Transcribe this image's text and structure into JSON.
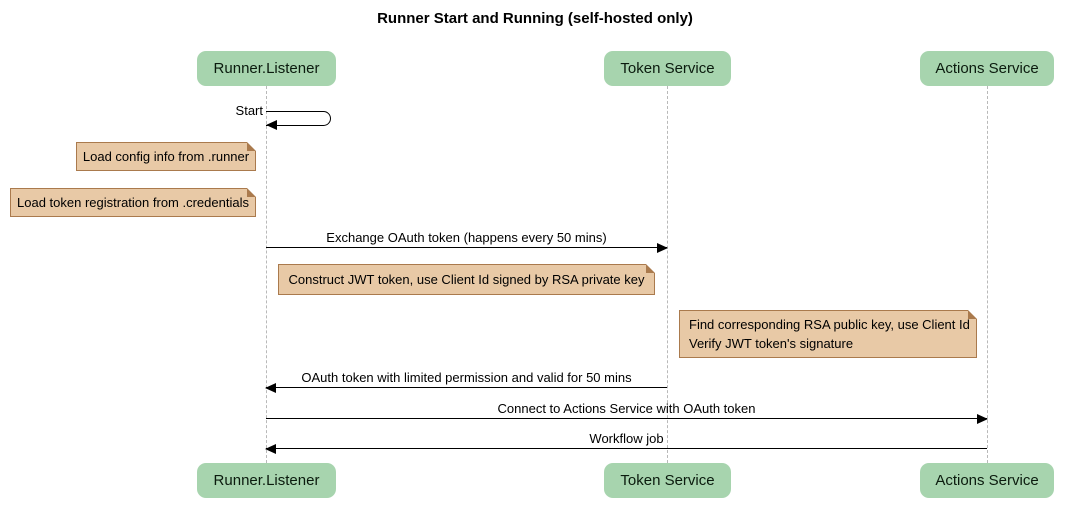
{
  "title": "Runner Start and Running (self-hosted only)",
  "actors": [
    {
      "name": "Runner.Listener"
    },
    {
      "name": "Token Service"
    },
    {
      "name": "Actions Service"
    }
  ],
  "messages": [
    {
      "label": "Start",
      "from": "Runner.Listener",
      "to": "Runner.Listener",
      "kind": "self"
    },
    {
      "label": "Exchange OAuth token (happens every 50 mins)",
      "from": "Runner.Listener",
      "to": "Token Service",
      "kind": "solid-arrow"
    },
    {
      "label": "OAuth token with limited permission and valid for 50 mins",
      "from": "Token Service",
      "to": "Runner.Listener",
      "kind": "solid-arrow"
    },
    {
      "label": "Connect to Actions Service with OAuth token",
      "from": "Runner.Listener",
      "to": "Actions Service",
      "kind": "solid-arrow"
    },
    {
      "label": "Workflow job",
      "from": "Actions Service",
      "to": "Runner.Listener",
      "kind": "solid-arrow"
    }
  ],
  "notes": [
    {
      "text": "Load config info from .runner",
      "anchor": "Runner.Listener"
    },
    {
      "text": "Load token registration from .credentials",
      "anchor": "Runner.Listener"
    },
    {
      "text": "Construct JWT token, use Client Id signed by RSA private key",
      "anchor": "Token Service"
    },
    {
      "lines": [
        "Find corresponding RSA public key, use Client Id",
        "Verify JWT token's signature"
      ],
      "anchor": "Actions Service"
    }
  ],
  "colors": {
    "actor_fill": "#a7d4ae",
    "note_fill": "#e8c9a6",
    "note_border": "#aa7a4d",
    "lifeline": "#b9b9b9",
    "arrow": "#000000",
    "title_color": "#000000"
  }
}
